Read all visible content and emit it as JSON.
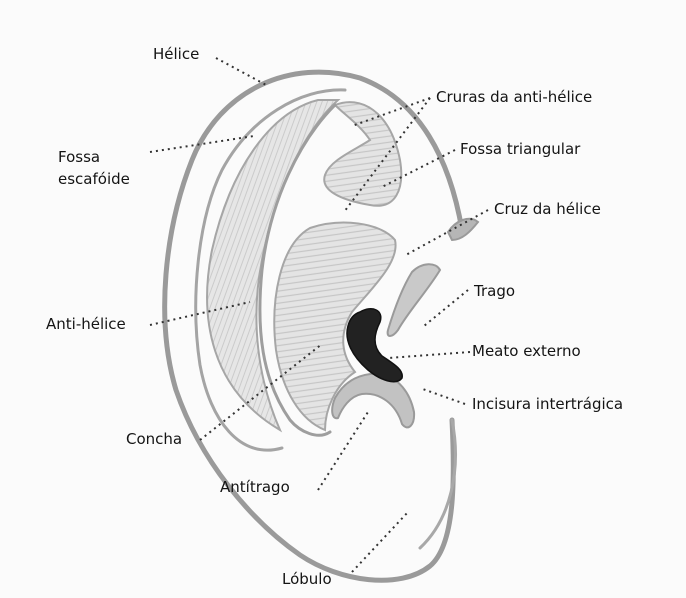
{
  "diagram": {
    "labels": {
      "helice": "Hélice",
      "fossa_escafoide_line1": "Fossa",
      "fossa_escafoide_line2": "escafóide",
      "cruras_anti_helice": "Cruras da anti-hélice",
      "fossa_triangular": "Fossa triangular",
      "cruz_helice": "Cruz da hélice",
      "trago": "Trago",
      "anti_helice": "Anti-hélice",
      "meato_externo": "Meato externo",
      "incisura_intertragica": "Incisura intertrágica",
      "concha": "Concha",
      "antitrago": "Antítrago",
      "lobulo": "Lóbulo"
    },
    "colors": {
      "outline": "#9a9a9a",
      "hatch": "#c4c4c4",
      "shade": "#dddddd",
      "meatus": "#222222",
      "leader": "#333333"
    }
  }
}
